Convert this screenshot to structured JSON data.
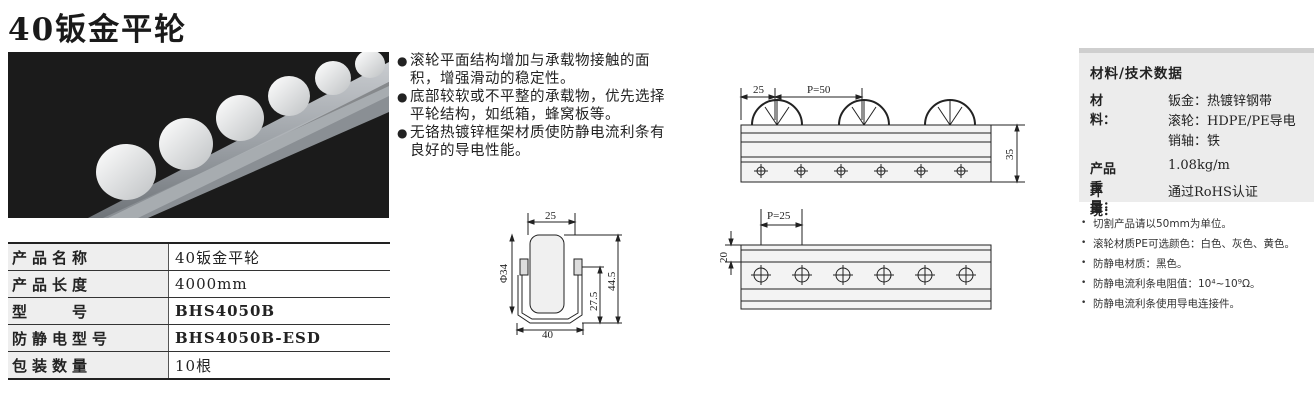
{
  "title": "40钣金平轮",
  "specs": [
    {
      "key": "产品名称",
      "value": "40钣金平轮",
      "bold": false
    },
    {
      "key": "产品长度",
      "value": "4000mm",
      "bold": false
    },
    {
      "key": "型　　号",
      "value": "BHS4050B",
      "bold": true
    },
    {
      "key": "防静电型号",
      "value": "BHS4050B-ESD",
      "bold": true
    },
    {
      "key": "包装数量",
      "value": "10根",
      "bold": false
    }
  ],
  "features": [
    {
      "bullet": "●",
      "text": "滚轮平面结构增加与承载物接触的面积，增强滑动的稳定性。"
    },
    {
      "bullet": "●",
      "text": "底部较软或不平整的承载物，优先选择平轮结构，如纸箱，蜂窝板等。"
    },
    {
      "bullet": "●",
      "text": "无铬热镀锌框架材质使防静电流利条有良好的导电性能。"
    }
  ],
  "dimensions": {
    "front": {
      "top": "25",
      "height": "44.5",
      "mid": "27.5",
      "dia": "Φ34",
      "bottom": "40"
    },
    "side": {
      "a": "25",
      "pitch": "P=50",
      "h": "35"
    },
    "bottom_view": {
      "pitch": "P=25",
      "h": "20"
    }
  },
  "materials": {
    "title": "材料/技术数据",
    "rows": [
      {
        "key": "材　　料：",
        "lines": [
          "钣金：热镀锌钢带",
          "滚轮：HDPE/PE导电",
          "销轴：铁"
        ]
      },
      {
        "key": "产品重量：",
        "lines": [
          "1.08kg/m"
        ]
      },
      {
        "key": "环　　境：",
        "lines": [
          "通过RoHS认证"
        ]
      }
    ]
  },
  "notes": {
    "bullet": "•",
    "items": [
      "切割产品请以50mm为单位。",
      "滚轮材质PE可选颜色：白色、灰色、黄色。",
      "防静电材质：黑色。",
      "防静电流利条电阻值：10⁴~10⁹Ω。",
      "防静电流利条使用导电连接件。"
    ]
  },
  "colors": {
    "rail": "#d9d9d9",
    "photo_bg": "#1b1b1b",
    "table_key_bg": "#eeeeee",
    "panel_bg": "#ececec"
  }
}
